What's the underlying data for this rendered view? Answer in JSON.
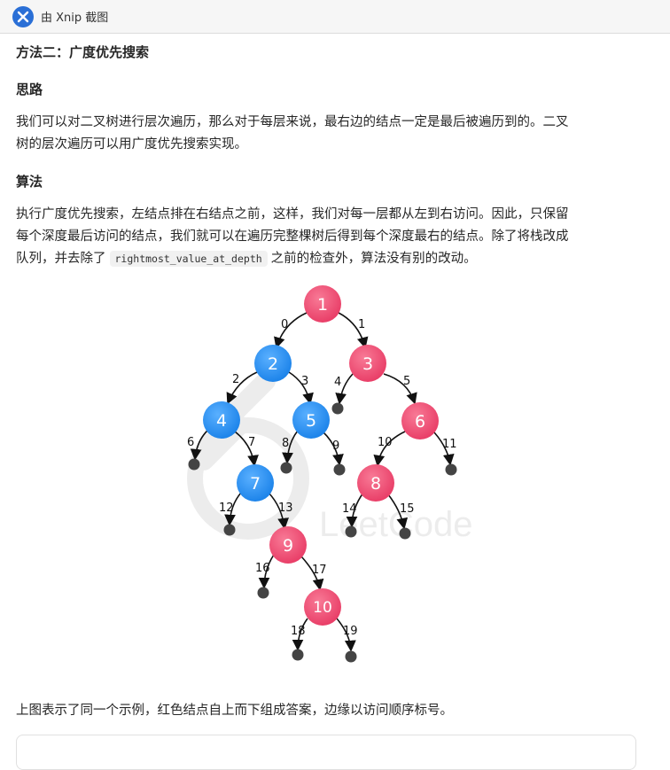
{
  "window": {
    "title": "由 Xnip 截图",
    "icon": "xnip-app-icon"
  },
  "article": {
    "heading": "方法二：广度优先搜索",
    "section1_title": "思路",
    "section1_line1": "我们可以对二叉树进行层次遍历，那么对于每层来说，最右边的结点一定是最后被遍历到的。二叉",
    "section1_line2": "树的层次遍历可以用广度优先搜索实现。",
    "section2_title": "算法",
    "section2_line1": "执行广度优先搜索，左结点排在右结点之前，这样，我们对每一层都从左到右访问。因此，只保留",
    "section2_line2": "每个深度最后访问的结点，我们就可以在遍历完整棵树后得到每个深度最右的结点。除了将栈改成",
    "section2_line3_before": "队列，并去除了",
    "section2_code": "rightmost_value_at_depth",
    "section2_line3_after": "之前的检查外，算法没有别的改动。",
    "caption": "上图表示了同一个示例，红色结点自上而下组成答案，边缘以访问顺序标号。"
  },
  "figure": {
    "watermark_text": "LeetCode",
    "colors": {
      "red": "#ee4f74",
      "blue": "#2b8ff0",
      "leaf": "#444444",
      "edge": "#111111"
    },
    "nodes": [
      {
        "label": "1",
        "color": "red"
      },
      {
        "label": "2",
        "color": "blue"
      },
      {
        "label": "3",
        "color": "red"
      },
      {
        "label": "4",
        "color": "blue"
      },
      {
        "label": "5",
        "color": "blue"
      },
      {
        "label": "6",
        "color": "red"
      },
      {
        "label": "7",
        "color": "blue"
      },
      {
        "label": "8",
        "color": "red"
      },
      {
        "label": "9",
        "color": "red"
      },
      {
        "label": "10",
        "color": "red"
      }
    ],
    "edge_labels": [
      "0",
      "1",
      "2",
      "3",
      "4",
      "5",
      "6",
      "7",
      "8",
      "9",
      "10",
      "11",
      "12",
      "13",
      "14",
      "15",
      "16",
      "17",
      "18",
      "19"
    ]
  }
}
